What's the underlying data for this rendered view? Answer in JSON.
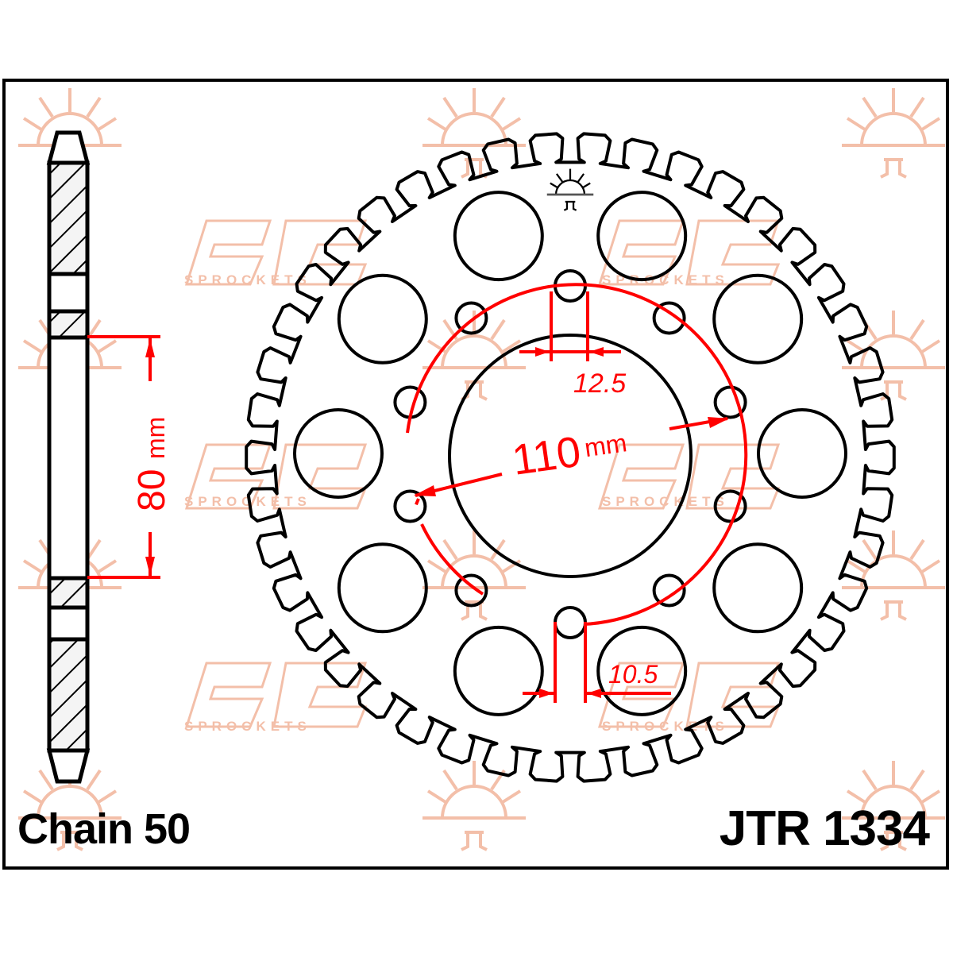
{
  "labels": {
    "chain": "Chain 50",
    "part_number": "JTR 1334"
  },
  "dimensions": {
    "thickness_distance": "80",
    "thickness_unit": "mm",
    "pcd": "110",
    "pcd_unit": "mm",
    "bolt_hole_slot": "12.5",
    "bolt_hole_diameter": "10.5"
  },
  "watermark": {
    "brand_text": "SPROCKETS",
    "logo": "jt-sprockets-logo"
  },
  "sprocket": {
    "teeth": 42,
    "lightening_holes": 10,
    "bolt_holes": 10
  },
  "colors": {
    "line": "#000000",
    "dimension": "#ff0000",
    "watermark": "#f2b8a0",
    "background": "#ffffff"
  }
}
